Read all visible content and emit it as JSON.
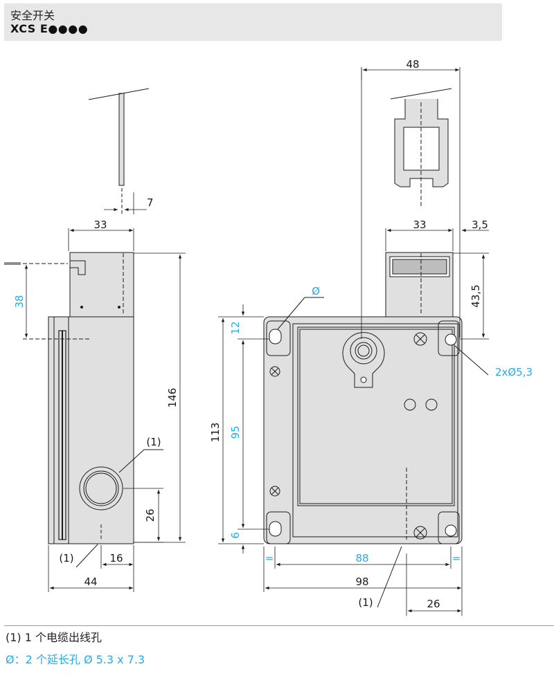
{
  "header": {
    "title": "安全开关",
    "model": "XCS E●●●●"
  },
  "dimensions": {
    "d48": "48",
    "d7": "7",
    "d33a": "33",
    "d33b": "33",
    "d3_5": "3,5",
    "d38": "38",
    "d146": "146",
    "d43_5": "43,5",
    "d12": "12",
    "d113": "113",
    "d95": "95",
    "d6": "6",
    "d26a": "26",
    "d16": "16",
    "d44": "44",
    "d88": "88",
    "d98": "98",
    "d26b": "26",
    "eq": "="
  },
  "callouts": {
    "cable_entry": "(1)",
    "diameter": "Ø",
    "holes": "2xØ5,3"
  },
  "notes": {
    "note1": "(1) 1 个电缆出线孔",
    "note2": "Ø：2 个延长孔 Ø 5.3 x 7.3"
  },
  "colors": {
    "line": "#1a1a1a",
    "fill": "#e0e0e0",
    "accent": "#29abe2"
  }
}
